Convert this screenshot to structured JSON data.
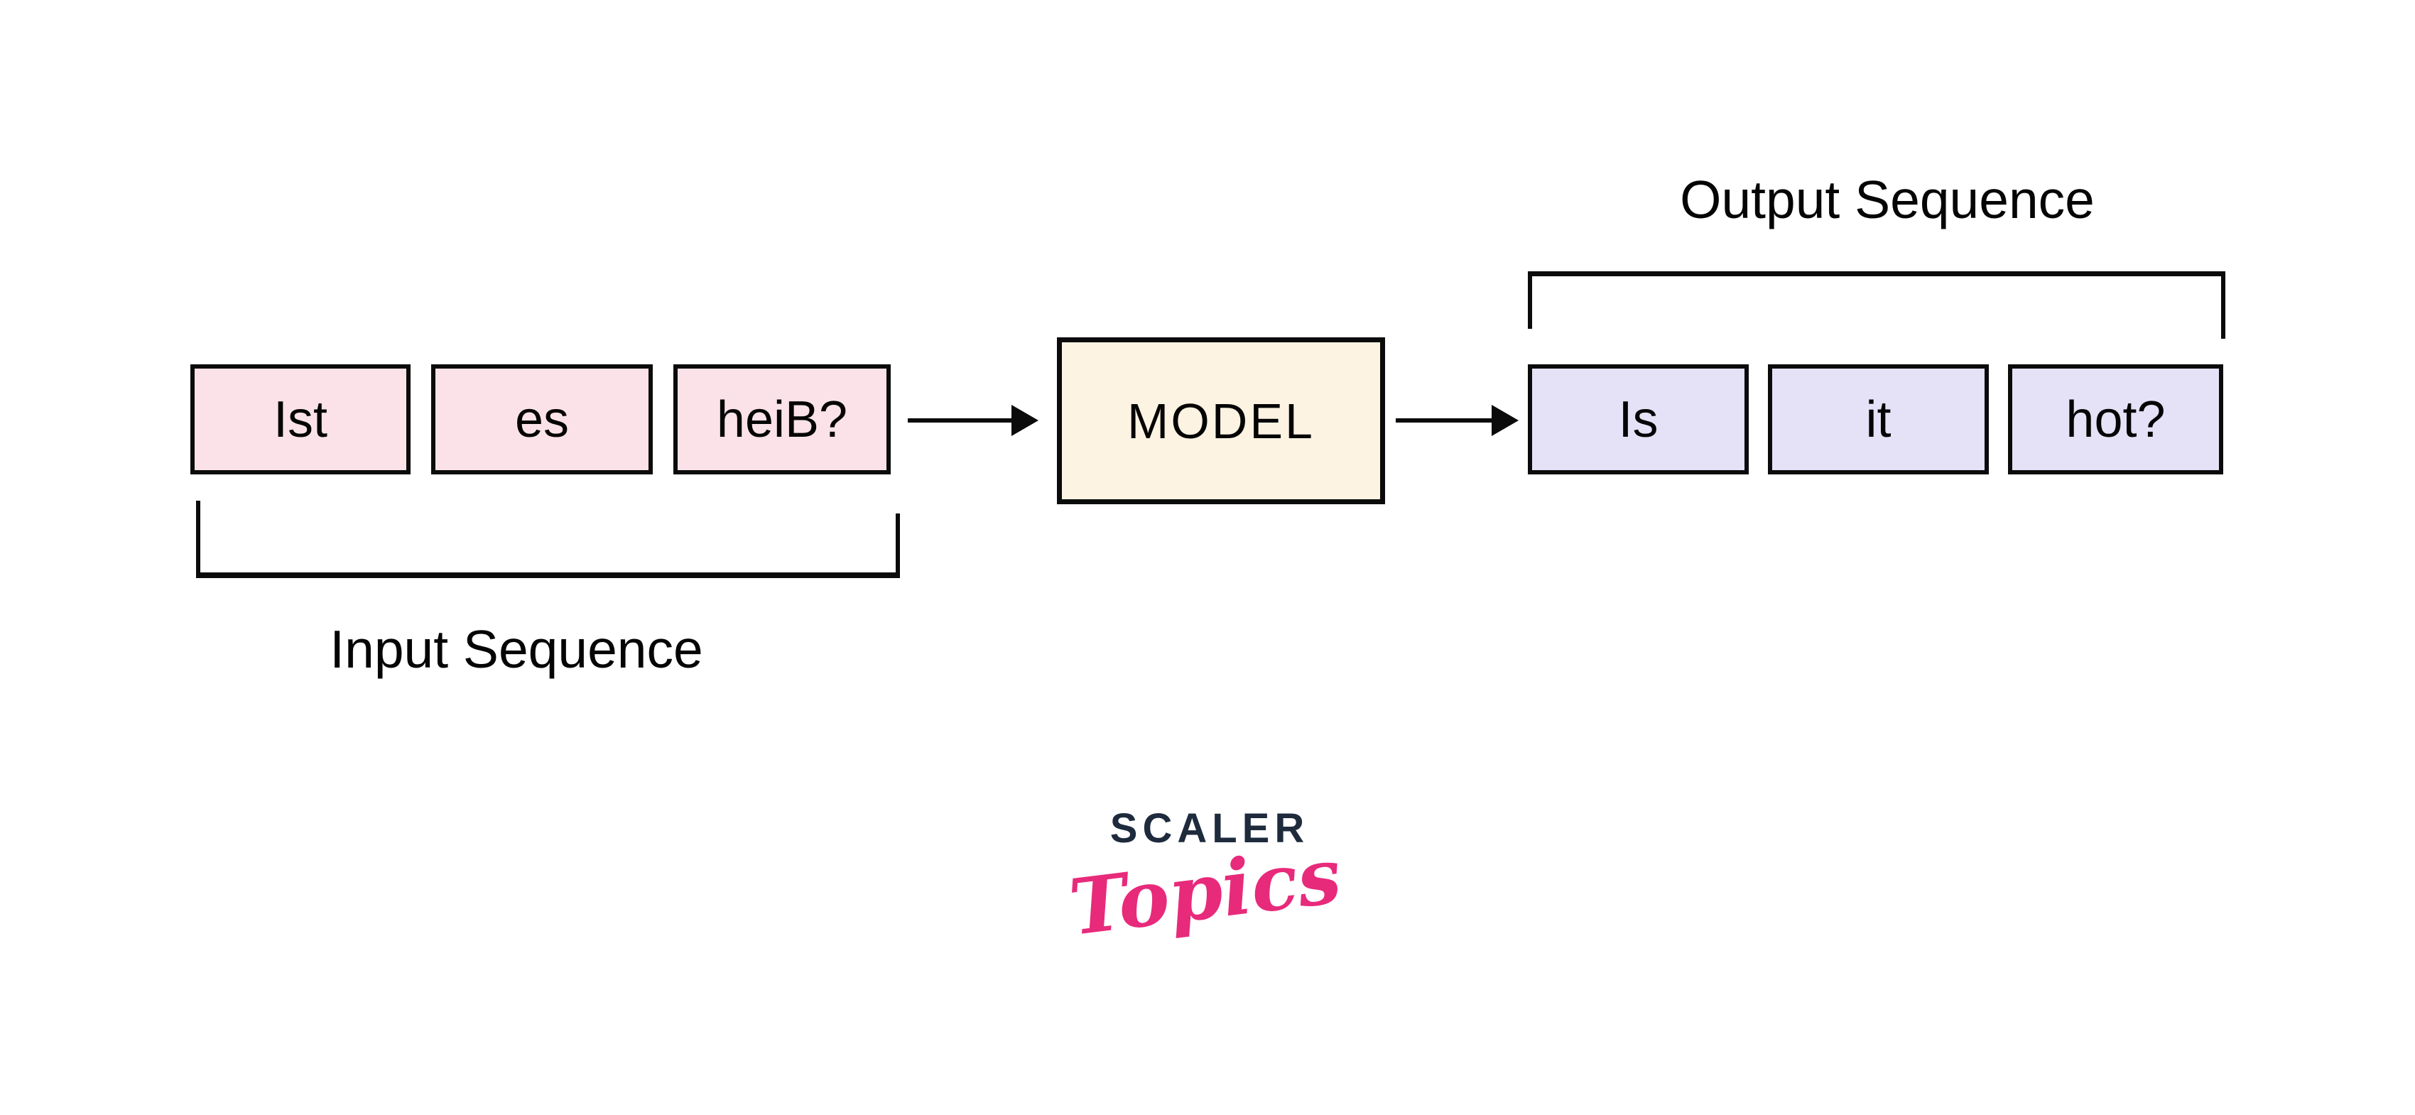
{
  "diagram": {
    "input_label": "Input Sequence",
    "output_label": "Output Sequence",
    "input_boxes": [
      {
        "label": "Ist"
      },
      {
        "label": "es"
      },
      {
        "label": "heiB?"
      }
    ],
    "model_box": {
      "label": "MODEL"
    },
    "output_boxes": [
      {
        "label": "Is"
      },
      {
        "label": "it"
      },
      {
        "label": "hot?"
      }
    ]
  },
  "logo": {
    "wordmark": "SCALER",
    "sub": "Topics"
  },
  "colors": {
    "input-box-fill": "#FBE2E8",
    "model-box-fill": "#FDF3E2",
    "output-box-fill": "#E5E1F7",
    "line-color": "#0B0B0B",
    "text-color": "#050505",
    "logo-navy": "#1E2B3C",
    "logo-pink": "#E82A7B",
    "background": "#FFFFFF"
  }
}
